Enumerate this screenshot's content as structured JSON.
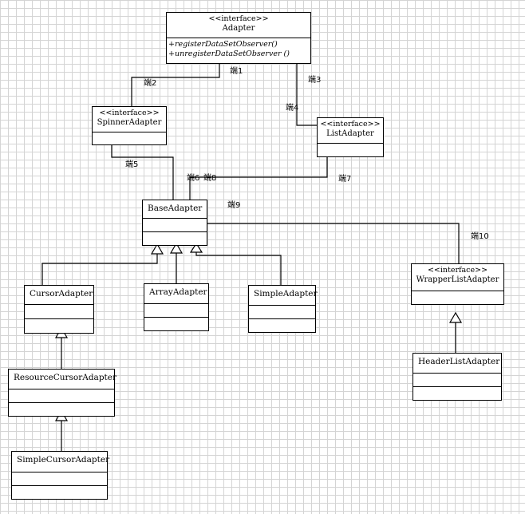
{
  "classes": {
    "adapter": {
      "stereotype": "<<interface>>",
      "name": "Adapter",
      "op1": "+registerDataSetObserver()",
      "op2": "+unregisterDataSetObserver ()"
    },
    "spinner": {
      "stereotype": "<<interface>>",
      "name": "SpinnerAdapter"
    },
    "listadapter": {
      "stereotype": "<<interface>>",
      "name": "ListAdapter"
    },
    "base": {
      "name": "BaseAdapter"
    },
    "cursor": {
      "name": "CursorAdapter"
    },
    "array": {
      "name": "ArrayAdapter"
    },
    "simple": {
      "name": "SimpleAdapter"
    },
    "wrapper": {
      "stereotype": "<<interface>>",
      "name": "WrapperListAdapter"
    },
    "rescursor": {
      "name": "ResourceCursorAdapter"
    },
    "simplecursor": {
      "name": "SimpleCursorAdapter"
    },
    "header": {
      "name": "HeaderListAdapter"
    }
  },
  "labels": {
    "e1": "端1",
    "e2": "端2",
    "e3": "端3",
    "e4": "端4",
    "e5": "端5",
    "e6": "端6",
    "e8": "端8",
    "e7": "端7",
    "e9": "端9",
    "e10": "端10"
  },
  "colors": {
    "line": "#000000",
    "grid": "#d4d4d4",
    "box_fill": "#ffffff"
  }
}
